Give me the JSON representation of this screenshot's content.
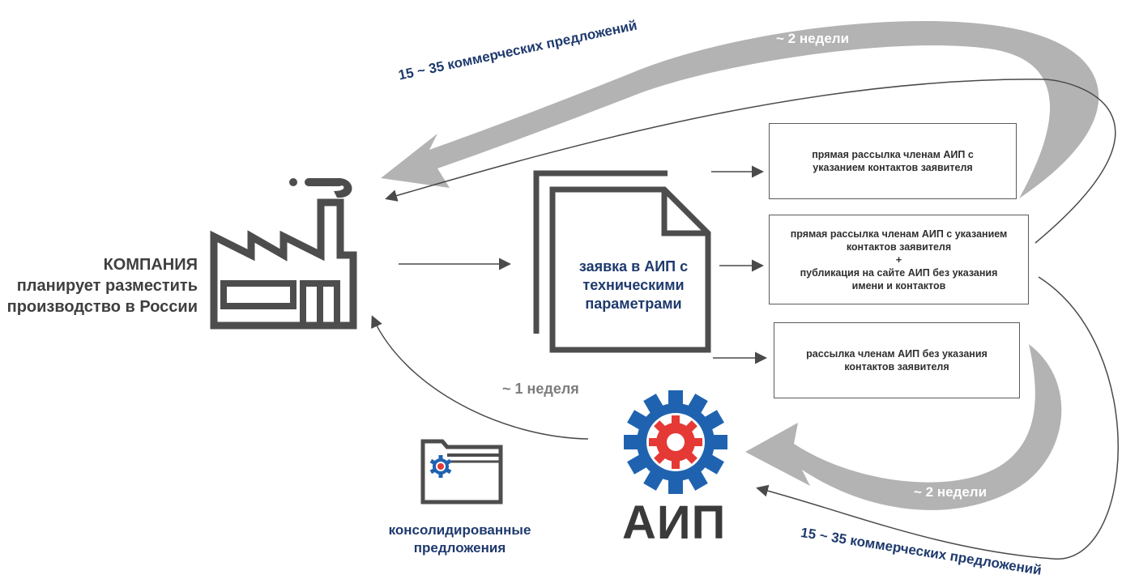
{
  "company": {
    "line1": "КОМПАНИЯ",
    "line2": "планирует разместить",
    "line3": "производство в России"
  },
  "document": {
    "line1": "заявка в АИП с",
    "line2": "техническими",
    "line3": "параметрами"
  },
  "boxes": {
    "box1": {
      "line1": "прямая рассылка членам АИП с",
      "line2": "указанием контактов заявителя"
    },
    "box2": {
      "line1": "прямая рассылка членам АИП с указанием",
      "line2": "контактов заявителя",
      "plus": "+",
      "line3": "публикация на сайте АИП без указания",
      "line4": "имени и контактов"
    },
    "box3": {
      "line1": "рассылка членам АИП без указания",
      "line2": "контактов заявителя"
    }
  },
  "labels": {
    "offers_top": "15 ~ 35 коммерческих предложений",
    "offers_bottom": "15 ~ 35 коммерческих предложений",
    "two_weeks_top": "~ 2 недели",
    "two_weeks_bottom": "~ 2 недели",
    "one_week": "~ 1 неделя"
  },
  "consolidated": {
    "line1": "консолидированные",
    "line2": "предложения"
  },
  "logo": {
    "text": "АИП"
  },
  "colors": {
    "dark_gray": "#4a4a4a",
    "navy": "#1f3a6e",
    "arrow_gray": "#b3b3b3",
    "gear_blue": "#1f63b0",
    "gear_red": "#e53935"
  },
  "icons": [
    "factory-icon",
    "document-stack-icon",
    "aip-gear-logo-icon",
    "folder-gear-icon"
  ]
}
